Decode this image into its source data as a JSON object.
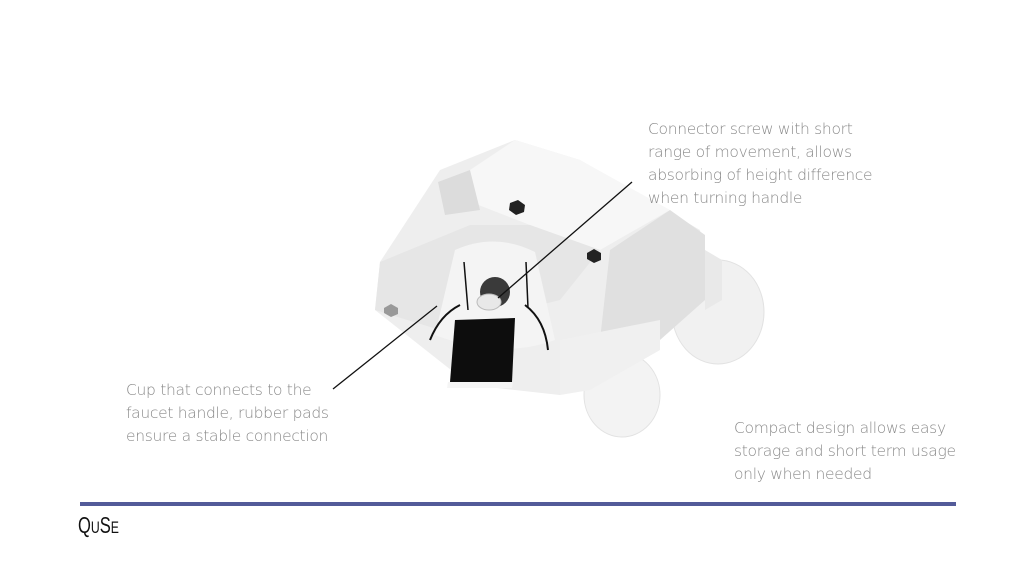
{
  "callouts": {
    "connector_screw": [
      "Connector screw with short",
      "range of movement, allows",
      "absorbing of height difference",
      "when turning handle"
    ],
    "cup": [
      "Cup that connects to the",
      "faucet handle, rubber pads",
      "ensure a stable connection"
    ],
    "compact": [
      "Compact design allows easy",
      "storage and short term usage",
      "only when needed"
    ]
  },
  "footer": {
    "logo_big1": "Q",
    "logo_small1": "U",
    "logo_big2": "S",
    "logo_small2": "E",
    "logo": "QuSe",
    "accent_color": "#535b99"
  }
}
